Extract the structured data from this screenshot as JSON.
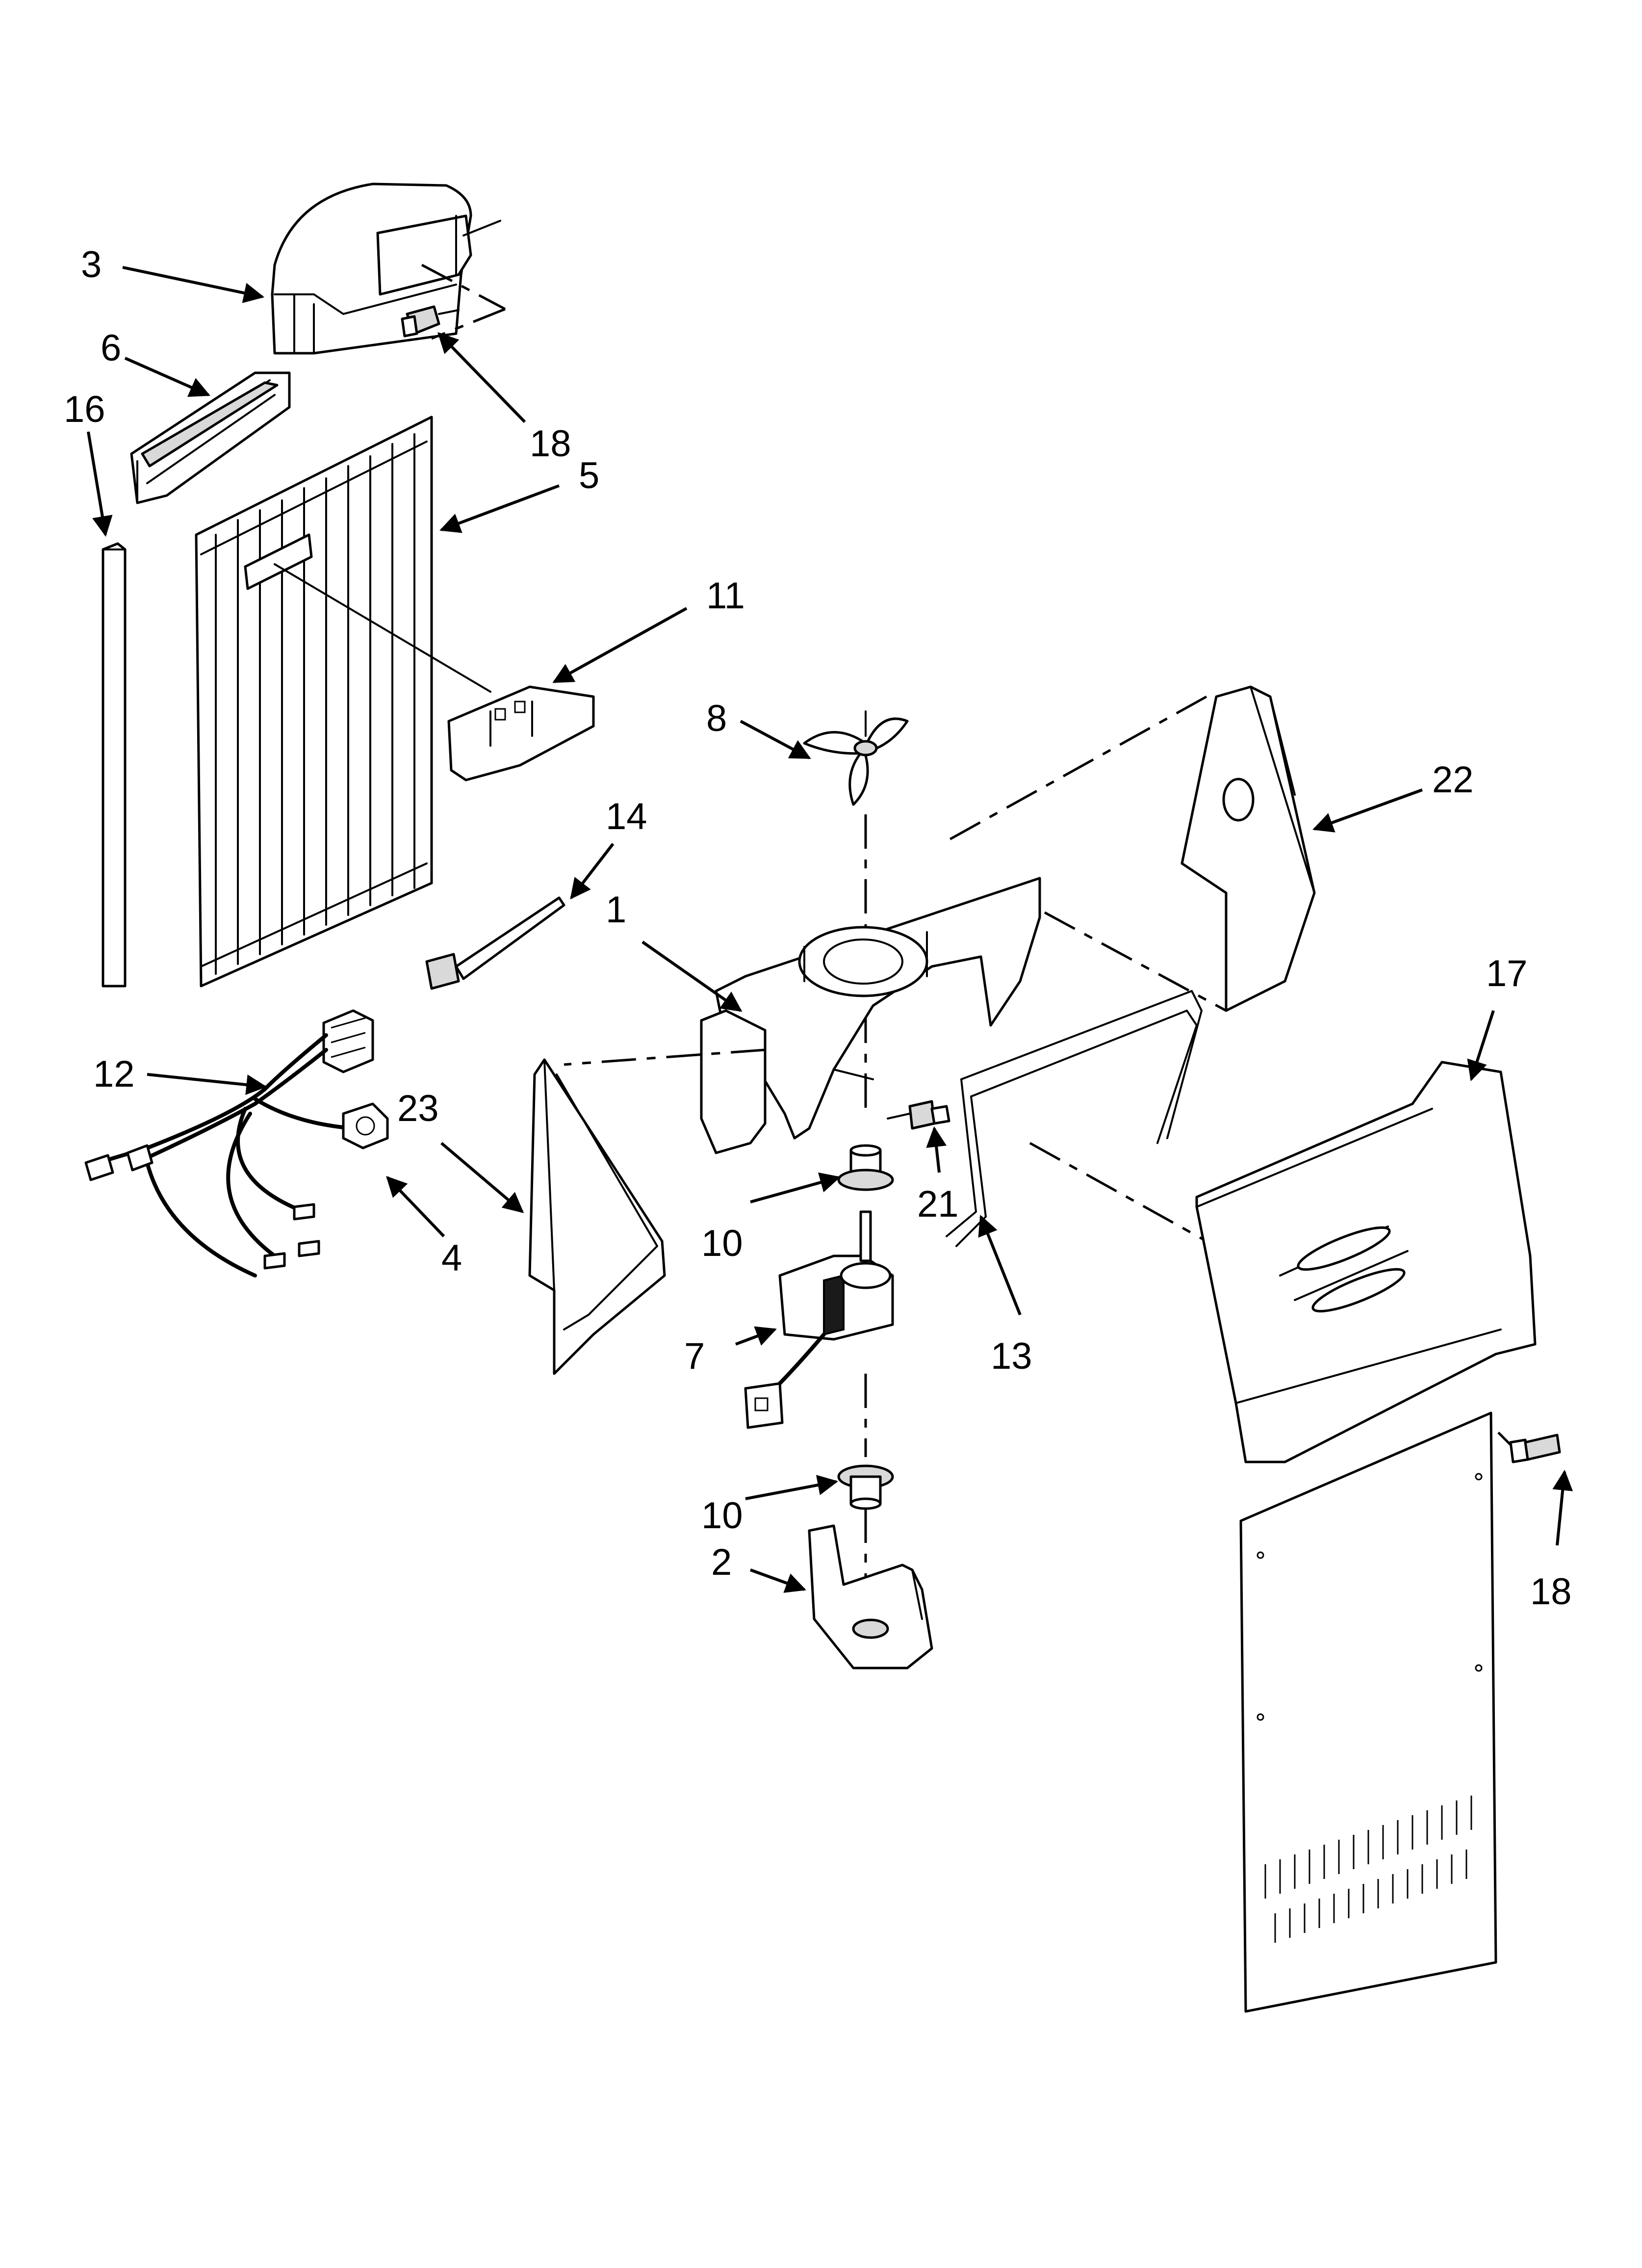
{
  "callouts": [
    {
      "id": "c-3",
      "number": "3"
    },
    {
      "id": "c-6",
      "number": "6"
    },
    {
      "id": "c-16",
      "number": "16"
    },
    {
      "id": "c-18a",
      "number": "18"
    },
    {
      "id": "c-5",
      "number": "5"
    },
    {
      "id": "c-11",
      "number": "11"
    },
    {
      "id": "c-8",
      "number": "8"
    },
    {
      "id": "c-22",
      "number": "22"
    },
    {
      "id": "c-14",
      "number": "14"
    },
    {
      "id": "c-1",
      "number": "1"
    },
    {
      "id": "c-17",
      "number": "17"
    },
    {
      "id": "c-12",
      "number": "12"
    },
    {
      "id": "c-23",
      "number": "23"
    },
    {
      "id": "c-21",
      "number": "21"
    },
    {
      "id": "c-4",
      "number": "4"
    },
    {
      "id": "c-10a",
      "number": "10"
    },
    {
      "id": "c-13",
      "number": "13"
    },
    {
      "id": "c-7",
      "number": "7"
    },
    {
      "id": "c-10b",
      "number": "10"
    },
    {
      "id": "c-2",
      "number": "2"
    },
    {
      "id": "c-18b",
      "number": "18"
    }
  ]
}
